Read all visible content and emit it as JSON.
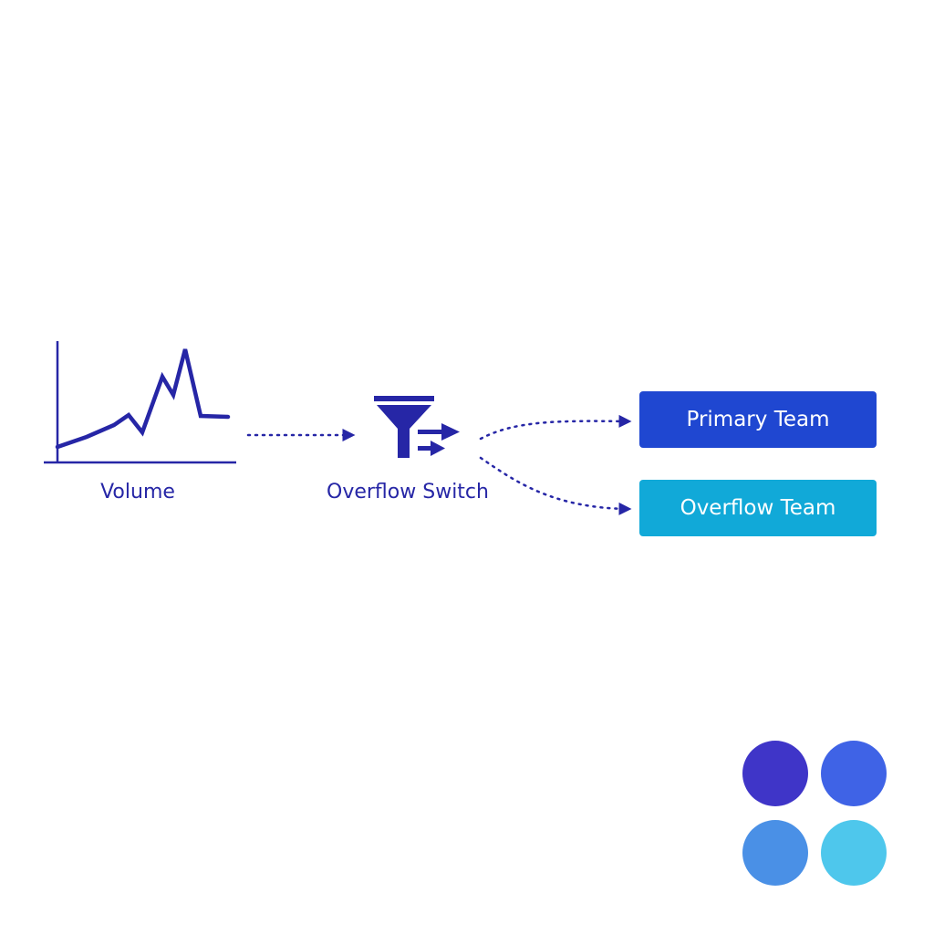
{
  "source": {
    "label": "Volume",
    "icon": "volume-spike-chart-icon",
    "color": "#2626a6"
  },
  "switch": {
    "label": "Overflow Switch",
    "icon": "funnel-route-icon",
    "color": "#2626a6"
  },
  "targets": [
    {
      "label": "Primary Team",
      "color": "#1f47d1"
    },
    {
      "label": "Overflow Team",
      "color": "#11a9d8"
    }
  ],
  "connector_color": "#2626a6",
  "palette": [
    "#3f35c8",
    "#3f63e6",
    "#4a90e6",
    "#4ec7ec"
  ]
}
